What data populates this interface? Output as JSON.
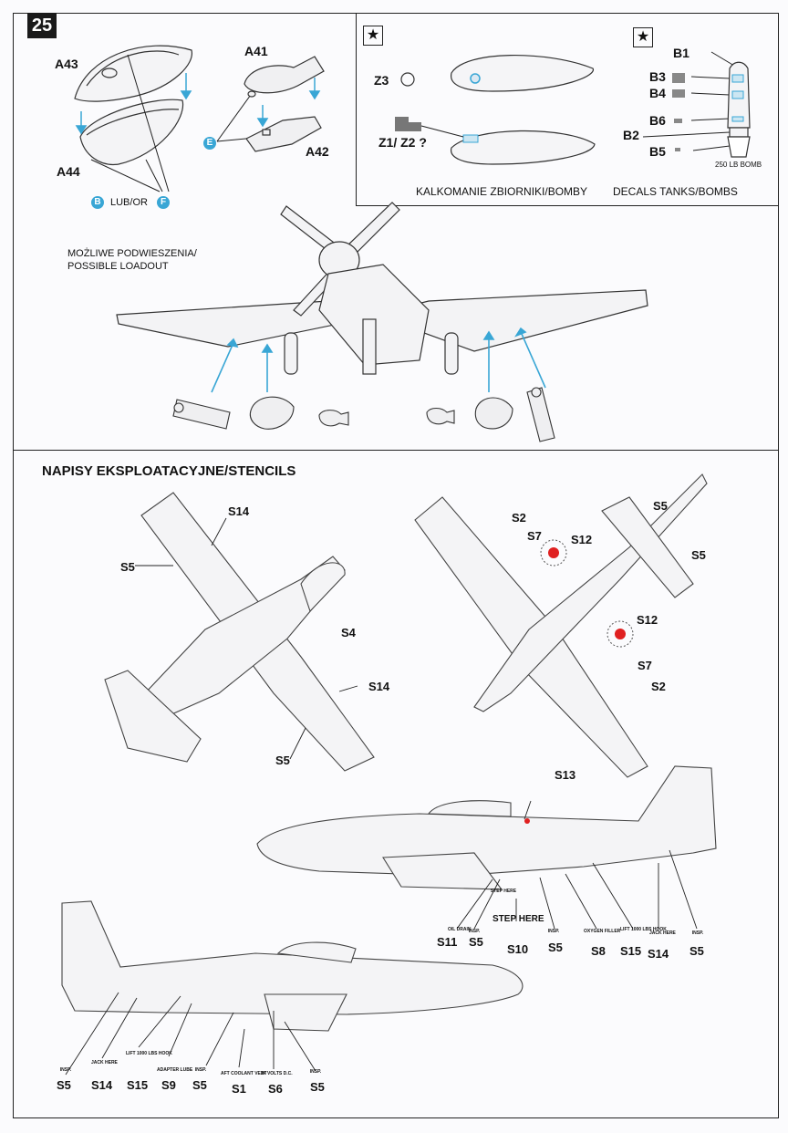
{
  "page": {
    "step_number": "25"
  },
  "parts": {
    "a43": "A43",
    "a44": "A44",
    "a41": "A41",
    "a42": "A42",
    "badge_e": "E",
    "badge_b": "B",
    "badge_f": "F",
    "lub_or": "LUB/OR"
  },
  "decals": {
    "z3": "Z3",
    "z1z2": "Z1/ Z2 ?",
    "caption_pl": "KALKOMANIE ZBIORNIKI/BOMBY",
    "caption_en": "DECALS TANKS/BOMBS",
    "b1": "B1",
    "b2": "B2",
    "b3": "B3",
    "b4": "B4",
    "b5": "B5",
    "b6": "B6",
    "bomb_caption": "250 LB BOMB"
  },
  "loadout": {
    "title_pl": "MOŻLIWE PODWIESZENIA/",
    "title_en": "POSSIBLE LOADOUT"
  },
  "stencils": {
    "section_title": "NAPISY EKSPLOATACYJNE/STENCILS",
    "bottom_view": {
      "s14_top": "S14",
      "s5_left": "S5",
      "s4": "S4",
      "s14_mid": "S14",
      "s5_bottom": "S5"
    },
    "top_view": {
      "s2_top": "S2",
      "s7_top": "S7",
      "s12_top": "S12",
      "s5_tail_a": "S5",
      "s5_tail_b": "S5",
      "s12_bottom": "S12",
      "s7_bottom": "S7",
      "s2_bottom": "S2"
    },
    "side_right": {
      "s13": "S13",
      "s11_small": "OIL DRAIN",
      "s11": "S11",
      "s5_a_small": "INSP.",
      "s5_a": "S5",
      "s10_small": "STEP HERE",
      "s10_big": "STEP HERE",
      "s10": "S10",
      "s5_b_small": "INSP.",
      "s5_b": "S5",
      "s8_small": "OXYGEN FILLER",
      "s8": "S8",
      "s15_small": "LIFT 1000 LBS HOOK",
      "s15": "S15",
      "s14_small": "JACK HERE",
      "s14": "S14",
      "s5_c_small": "INSP.",
      "s5_c": "S5"
    },
    "side_left": {
      "s5_a_small": "INSP.",
      "s5_a": "S5",
      "s14_small": "JACK HERE",
      "s14": "S14",
      "s15_small": "LIFT 1000 LBS HOOK",
      "s15": "S15",
      "s9_small": "ADAPTER LUBE",
      "s9": "S9",
      "s5_b_small": "INSP.",
      "s5_b": "S5",
      "s1_small": "AFT COOLANT VENT",
      "s1": "S1",
      "s6_small": "24 VOLTS D.C.",
      "s6": "S6",
      "s5_c_small": "INSP.",
      "s5_c": "S5"
    }
  },
  "colors": {
    "accent": "#39a6d5",
    "roundel": "#e02020",
    "line": "#333333",
    "gray": "#999999"
  }
}
